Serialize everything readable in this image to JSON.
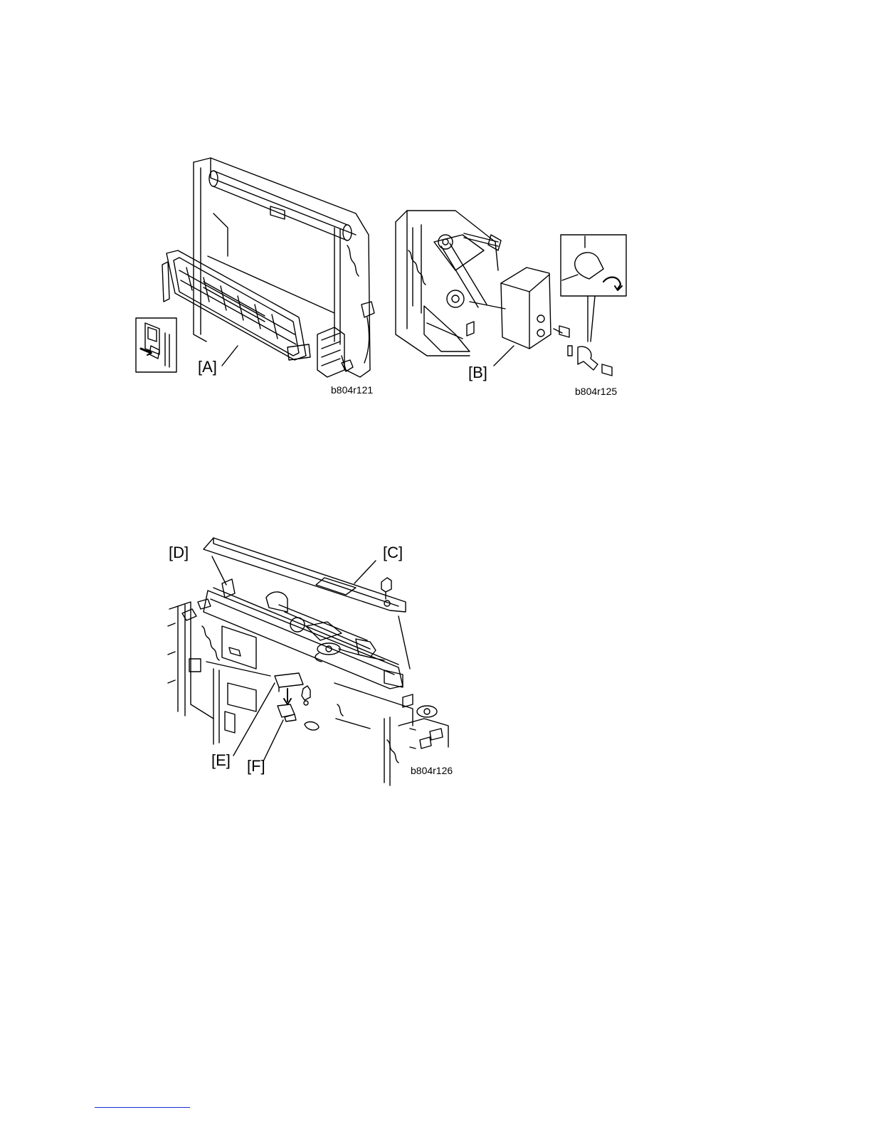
{
  "figures": [
    {
      "id": "fig1-left",
      "labels": [
        {
          "key": "A",
          "text": "[A]"
        }
      ],
      "code": "b804r121"
    },
    {
      "id": "fig1-right",
      "labels": [
        {
          "key": "B",
          "text": "[B]"
        }
      ],
      "code": "b804r125"
    },
    {
      "id": "fig2",
      "labels": [
        {
          "key": "D",
          "text": "[D]"
        },
        {
          "key": "C",
          "text": "[C]"
        },
        {
          "key": "E",
          "text": "[E]"
        },
        {
          "key": "F",
          "text": "[F]"
        }
      ],
      "code": "b804r126"
    }
  ],
  "colors": {
    "ink": "#000000",
    "footer_rule": "#1a2bd1"
  }
}
